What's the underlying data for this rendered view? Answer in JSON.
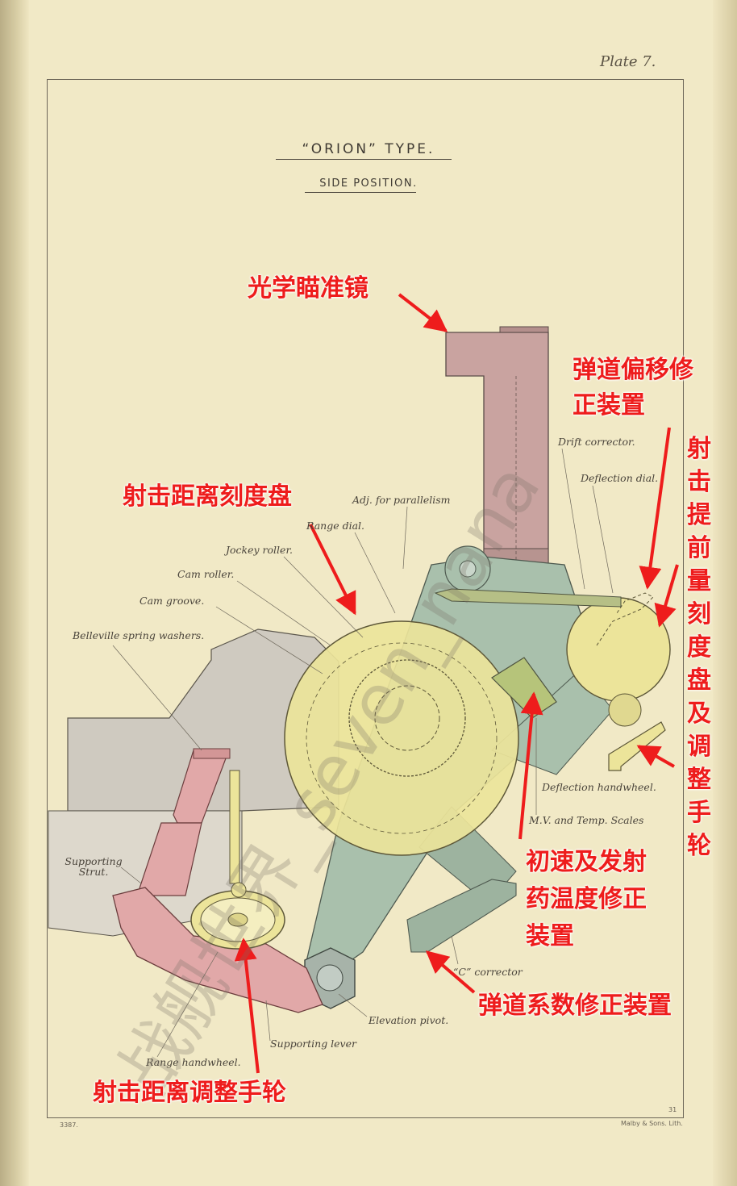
{
  "plate_label": "Plate 7.",
  "title": "“ORION” TYPE.",
  "subtitle": "SIDE POSITION.",
  "labels": {
    "adj_parallelism": "Adj. for parallelism",
    "range_dial": "Range dial.",
    "jockey_roller": "Jockey roller.",
    "cam_roller": "Cam roller.",
    "cam_groove": "Cam groove.",
    "belleville": "Belleville spring washers.",
    "drift_corrector": "Drift corrector.",
    "deflection_dial": "Deflection dial.",
    "deflection_handwheel": "Deflection handwheel.",
    "mv_temp": "M.V. and Temp. Scales",
    "supporting_strut": "Supporting Strut.",
    "c_corrector": "“C” corrector",
    "elevation_pivot": "Elevation pivot.",
    "supporting_lever": "Supporting lever",
    "range_handwheel": "Range handwheel."
  },
  "annotations": {
    "optical_sight": "光学瞄准镜",
    "drift_corrector_cn": "弹道偏移修正装置",
    "lead_dial_cn": "射击提前量刻度盘及调整手轮",
    "range_dial_cn": "射击距离刻度盘",
    "mv_temp_cn": "初速及发射药温度修正装置",
    "c_corrector_cn": "弹道系数修正装置",
    "range_handwheel_cn": "射击距离调整手轮"
  },
  "watermark": "战舰世界_seven_nana",
  "footer": {
    "left": "3387.",
    "right": "Malby & Sons. Lith.",
    "num": "31"
  },
  "colors": {
    "paper": "#f1e9c6",
    "sight": "#c9a3a0",
    "dial_yellow": "#ece49a",
    "bracket_green": "#a9c0ac",
    "strut_red": "#e1a8a8",
    "annotation_red": "#ee1c1c"
  }
}
